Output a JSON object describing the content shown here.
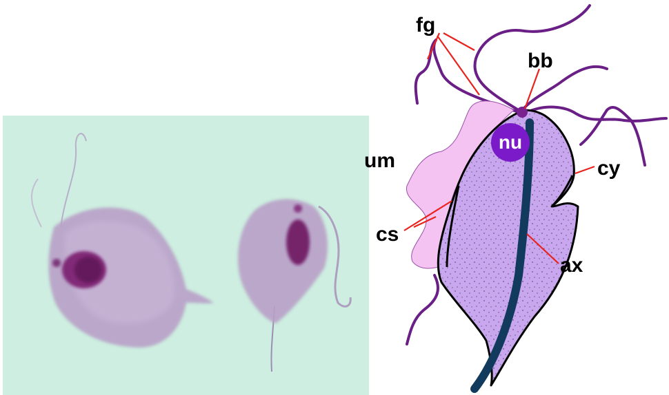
{
  "diagram": {
    "labels": {
      "fg": "fg",
      "bb": "bb",
      "nu": "nu",
      "um": "um",
      "cy": "cy",
      "cs": "cs",
      "ax": "ax"
    }
  },
  "colors": {
    "micrograph_background": "#cdeee0",
    "cell_stain": "#b9a0c8",
    "nucleus_stain": "#7a1f6e",
    "cell_body": "#c9a7ef",
    "undulating_membrane": "#f4c3f1",
    "nucleus": "#7a1ac8",
    "axostyle": "#123a5c",
    "flagella": "#6a1f86",
    "leader_lines": "#e8231e"
  }
}
